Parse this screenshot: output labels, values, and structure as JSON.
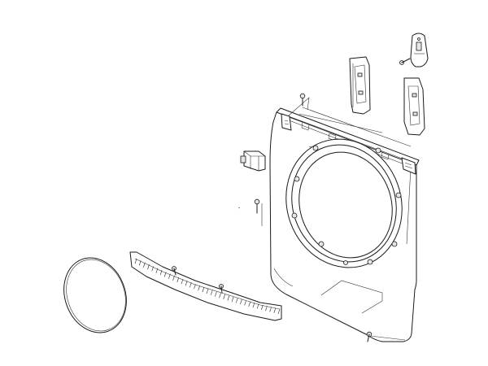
{
  "diagram": {
    "parts": [
      {
        "id": "front-panel",
        "icon": "washer-front-panel"
      },
      {
        "id": "door-opening-ring",
        "icon": "ring"
      },
      {
        "id": "door-gasket-wire",
        "icon": "wire-loop"
      },
      {
        "id": "bottom-kick-panel",
        "icon": "bar-panel"
      },
      {
        "id": "door-lock-switch",
        "icon": "switch"
      },
      {
        "id": "left-bracket",
        "icon": "bracket"
      },
      {
        "id": "right-bracket",
        "icon": "bracket"
      },
      {
        "id": "top-right-plate",
        "icon": "plate"
      },
      {
        "id": "screws",
        "icon": "screw"
      }
    ]
  }
}
